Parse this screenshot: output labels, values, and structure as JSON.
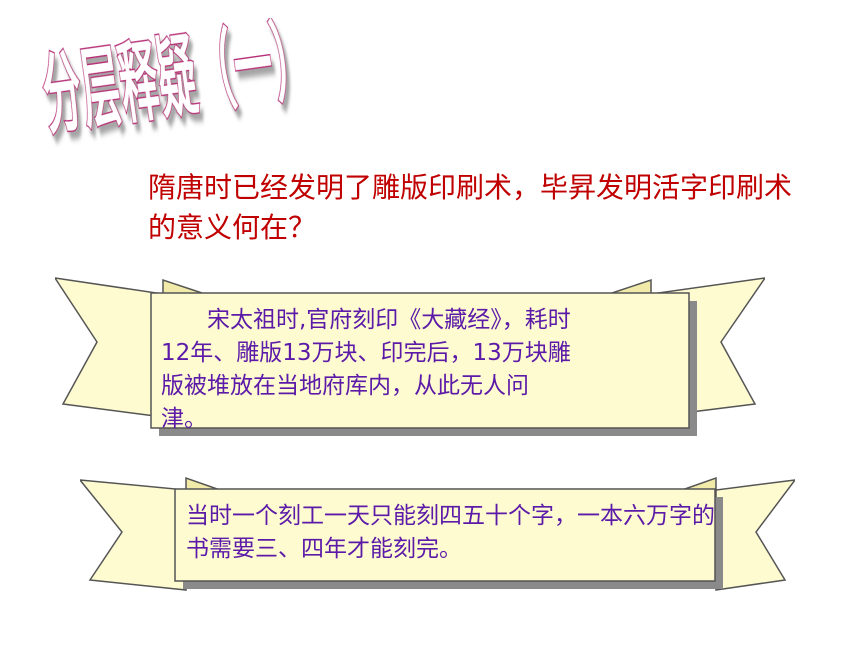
{
  "title": "分层释疑（一）",
  "question": "隋唐时已经发明了雕版印刷术，毕昇发明活字印刷术的意义何在？",
  "banners": [
    {
      "text": "宋太祖时,官府刻印《大藏经》，耗时12年、雕版13万块、印完后，13万块雕版被堆放在当地府库内，从此无人问津。"
    },
    {
      "text": "当时一个刻工一天只能刻四五十个字，一本六万字的书需要三、四年才能刻完。"
    }
  ],
  "colors": {
    "title_fill": "#ffffff",
    "title_stroke": "#b8327a",
    "question_text": "#c00000",
    "banner_fill": "#fffbd0",
    "banner_fold": "#f2eaa8",
    "banner_stroke": "#555555",
    "banner_shadow": "#8a8a8a",
    "banner_text": "#5b1aa8"
  }
}
